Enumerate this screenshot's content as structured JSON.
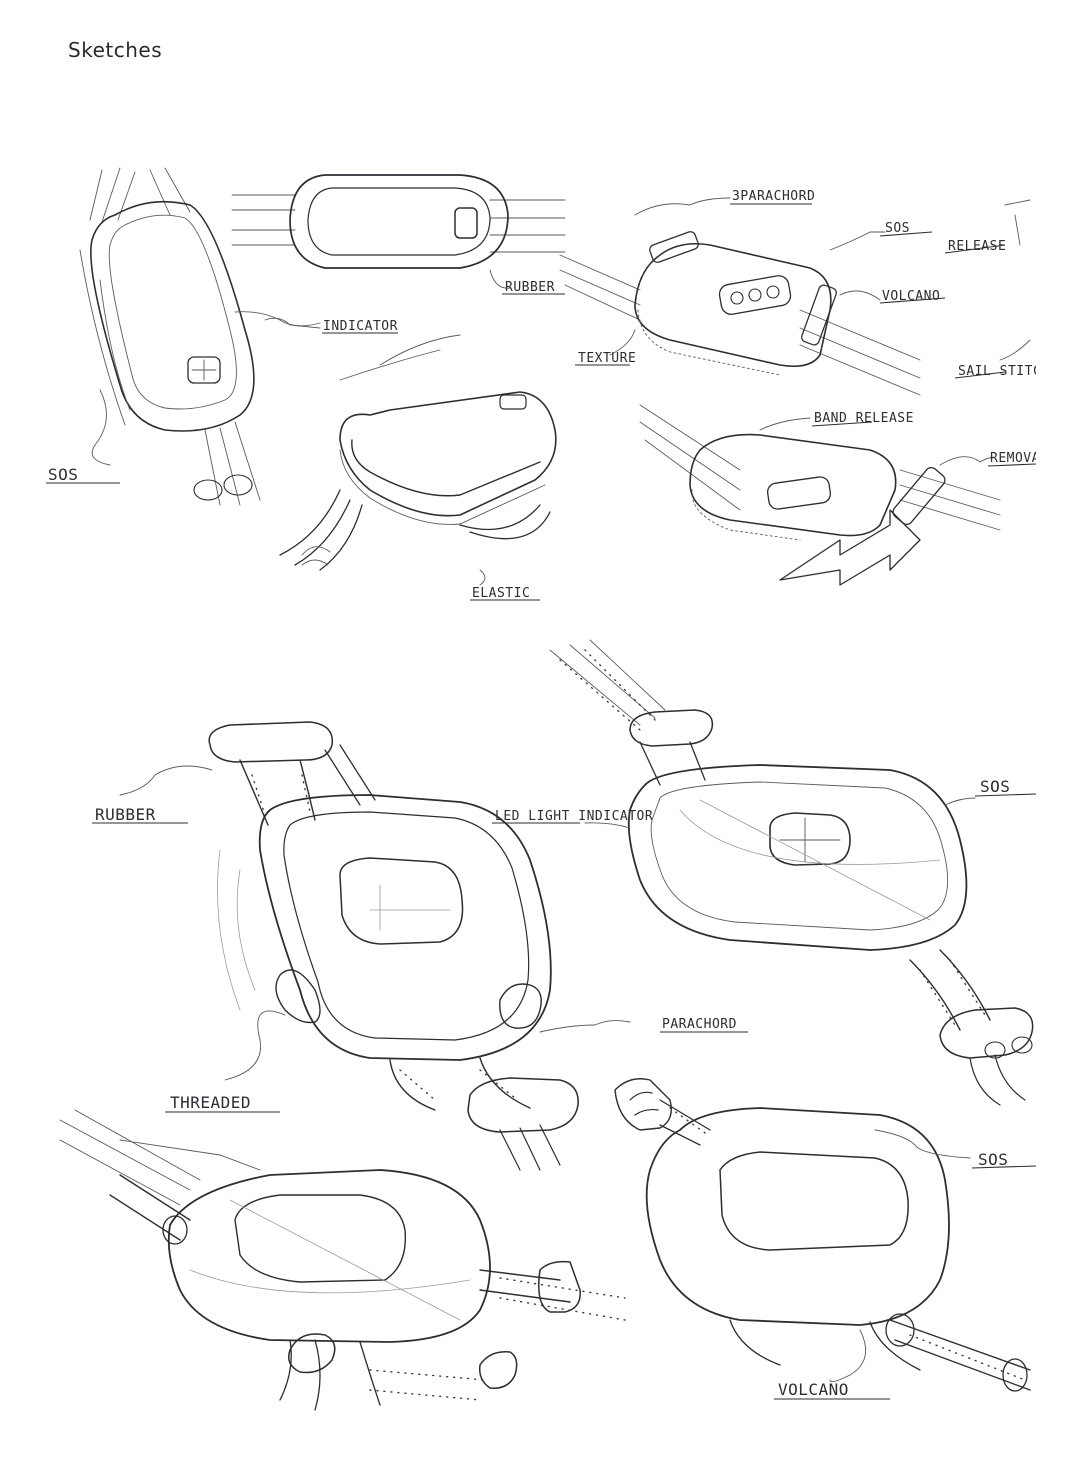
{
  "page": {
    "title": "Sketches"
  },
  "sheet_top": {
    "annotations": {
      "indicator": "INDICATOR",
      "rubber": "RUBBER",
      "sos_left": "SOS",
      "elastic": "ELASTIC",
      "paracord": "3PARACHORD",
      "sos_right": "SOS",
      "release": "RELEASE",
      "volcano": "VOLCANO",
      "texture": "TEXTURE",
      "sail_stitch": "SAIL STITCH",
      "band_release": "BAND RELEASE",
      "removal": "REMOVA"
    }
  },
  "sheet_bottom": {
    "annotations": {
      "rubber": "RUBBER",
      "led_light_indicator": "LED LIGHT INDICATOR",
      "sos_top": "SOS",
      "paracord": "PARACHORD",
      "threaded": "THREADED",
      "sos_bottom": "SOS",
      "volcano": "VOLCANO"
    }
  }
}
